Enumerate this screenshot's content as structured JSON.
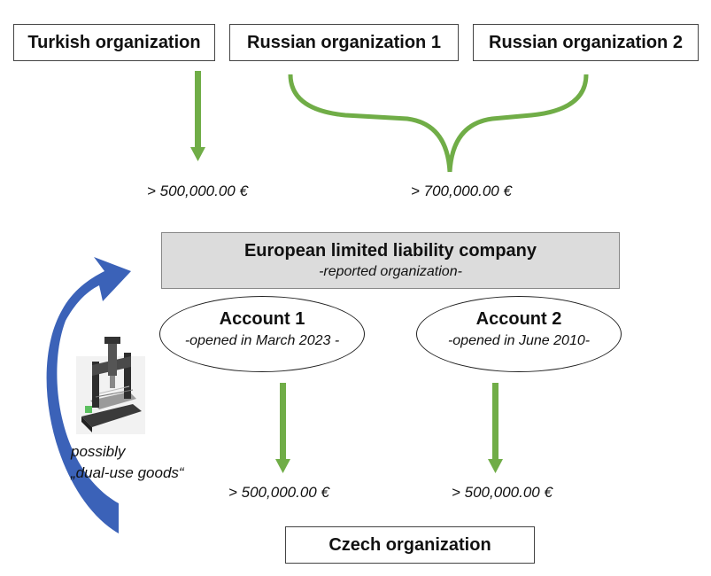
{
  "organizations": {
    "turkish": "Turkish organization",
    "russian1": "Russian organization 1",
    "russian2": "Russian organization 2",
    "czech": "Czech organization"
  },
  "amounts": {
    "turkish_in": "> 500,000.00 €",
    "russian_in": "> 700,000.00 €",
    "account1_out": "> 500,000.00 €",
    "account2_out": "> 500,000.00 €"
  },
  "company": {
    "title": "European limited liability company",
    "subtitle": "-reported organization-"
  },
  "accounts": [
    {
      "title": "Account 1",
      "subtitle": "-opened in March 2023 -"
    },
    {
      "title": "Account 2",
      "subtitle": "-opened in June 2010-"
    }
  ],
  "goods": {
    "line1": "possibly",
    "line2": "„dual-use goods“"
  },
  "colors": {
    "arrow_green": "#70ad47",
    "arrow_blue": "#3b62b8"
  },
  "icons": {
    "machine": "cnc-machine-icon"
  }
}
